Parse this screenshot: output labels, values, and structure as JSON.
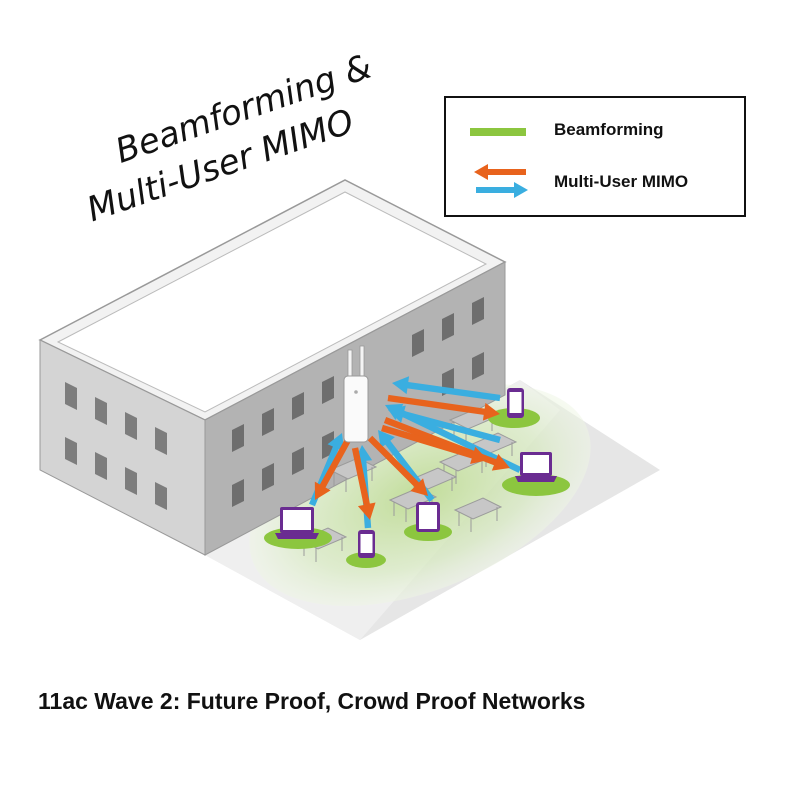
{
  "headline": {
    "line1": "Beamforming &",
    "line2": "Multi-User MIMO"
  },
  "legend": {
    "beamforming_label": "Beamforming",
    "mimo_label": "Multi-User MIMO"
  },
  "caption": "11ac Wave 2: Future Proof, Crowd Proof Networks",
  "colors": {
    "beamforming": "#8cc63f",
    "mimo_orange": "#e8631d",
    "mimo_blue": "#3aaee0",
    "device_purple": "#6a2c91",
    "building_light": "#d9d9d9",
    "building_dark": "#a6a6a6"
  },
  "icons": [
    "access-point-icon",
    "laptop-icon",
    "tablet-icon",
    "phone-icon",
    "table-icon"
  ]
}
